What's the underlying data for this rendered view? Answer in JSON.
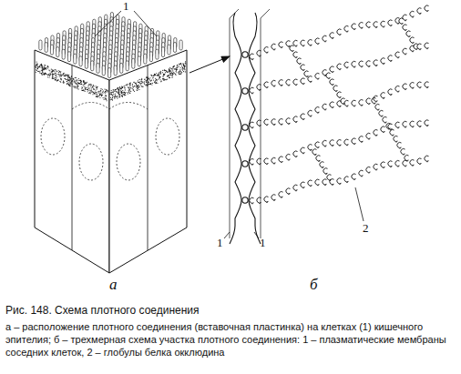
{
  "diagram": {
    "title": "Рис. 148. Схема плотного соединения",
    "caption": "а – расположение плотного соединения (вставочная пластинка) на клетках (1) кишечного эпителия; б – трехмерная схема участка плотного соединения: 1 – плазматические мембраны соседних клеток, 2 – глобулы белка окклюдина",
    "labels": [
      "1",
      "а",
      "1",
      "1",
      "2",
      "б"
    ]
  }
}
